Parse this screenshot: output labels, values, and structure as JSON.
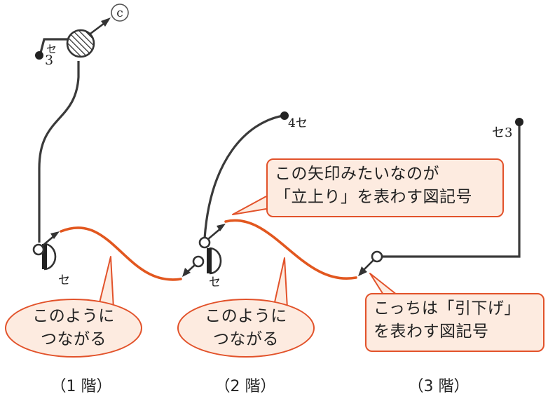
{
  "callouts": {
    "riser": "この矢印みたいなのが\n「立上り」を表わす図記号",
    "drop": "こっちは「引下げ」\nを表わす図記号",
    "connect_1": "このように\nつながる",
    "connect_2": "このように\nつながる"
  },
  "floors": [
    "（1 階）",
    "（2 階）",
    "（3 階）"
  ],
  "labels": {
    "c": "c",
    "se3_top": "セ",
    "se3_top_num": "3",
    "se_floor1": "セ",
    "se4": "4セ",
    "se_floor2": "セ",
    "se3_right": "セ3"
  },
  "colors": {
    "wire": "#3a3a3a",
    "connection": "#e2571f",
    "callout_fill": "#fdebe0",
    "callout_border": "#e2522a"
  }
}
